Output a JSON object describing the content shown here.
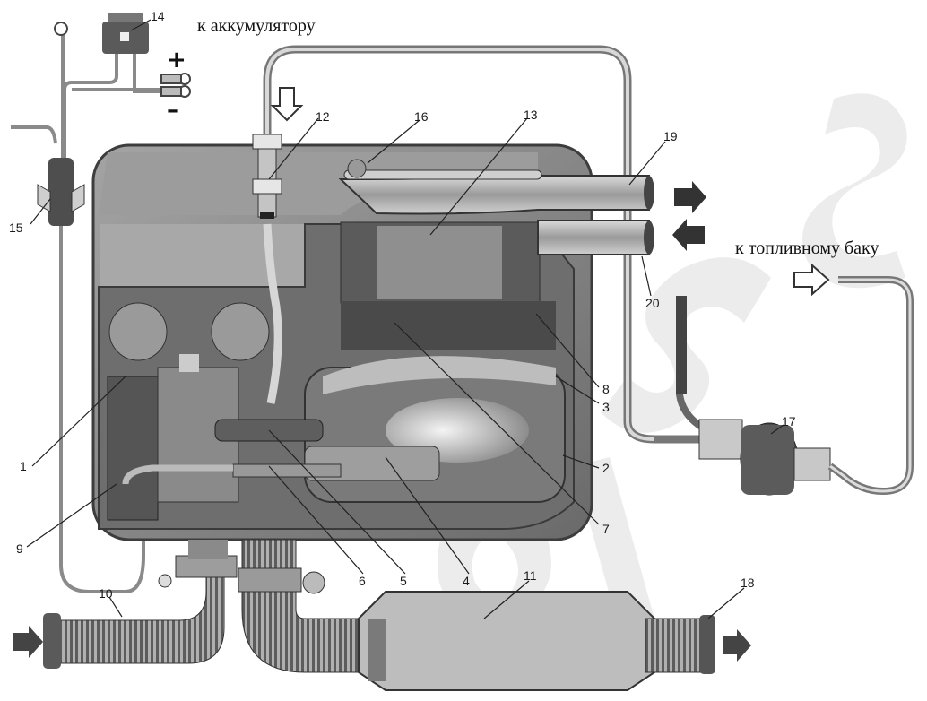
{
  "captions": {
    "battery": "к аккумулятору",
    "fuel_tank": "к топливному баку",
    "plus": "+",
    "minus": "–"
  },
  "callouts": [
    "1",
    "2",
    "3",
    "4",
    "5",
    "6",
    "7",
    "8",
    "9",
    "10",
    "11",
    "12",
    "13",
    "14",
    "15",
    "16",
    "17",
    "18",
    "19",
    "20"
  ],
  "colors": {
    "housing": "#8a8a8a",
    "housing_dark": "#4d4d4d",
    "cutaway": "#6f6f6f",
    "pipe": "#b9b9b9",
    "leader": "#222222",
    "watermark": "#ebebeb"
  }
}
